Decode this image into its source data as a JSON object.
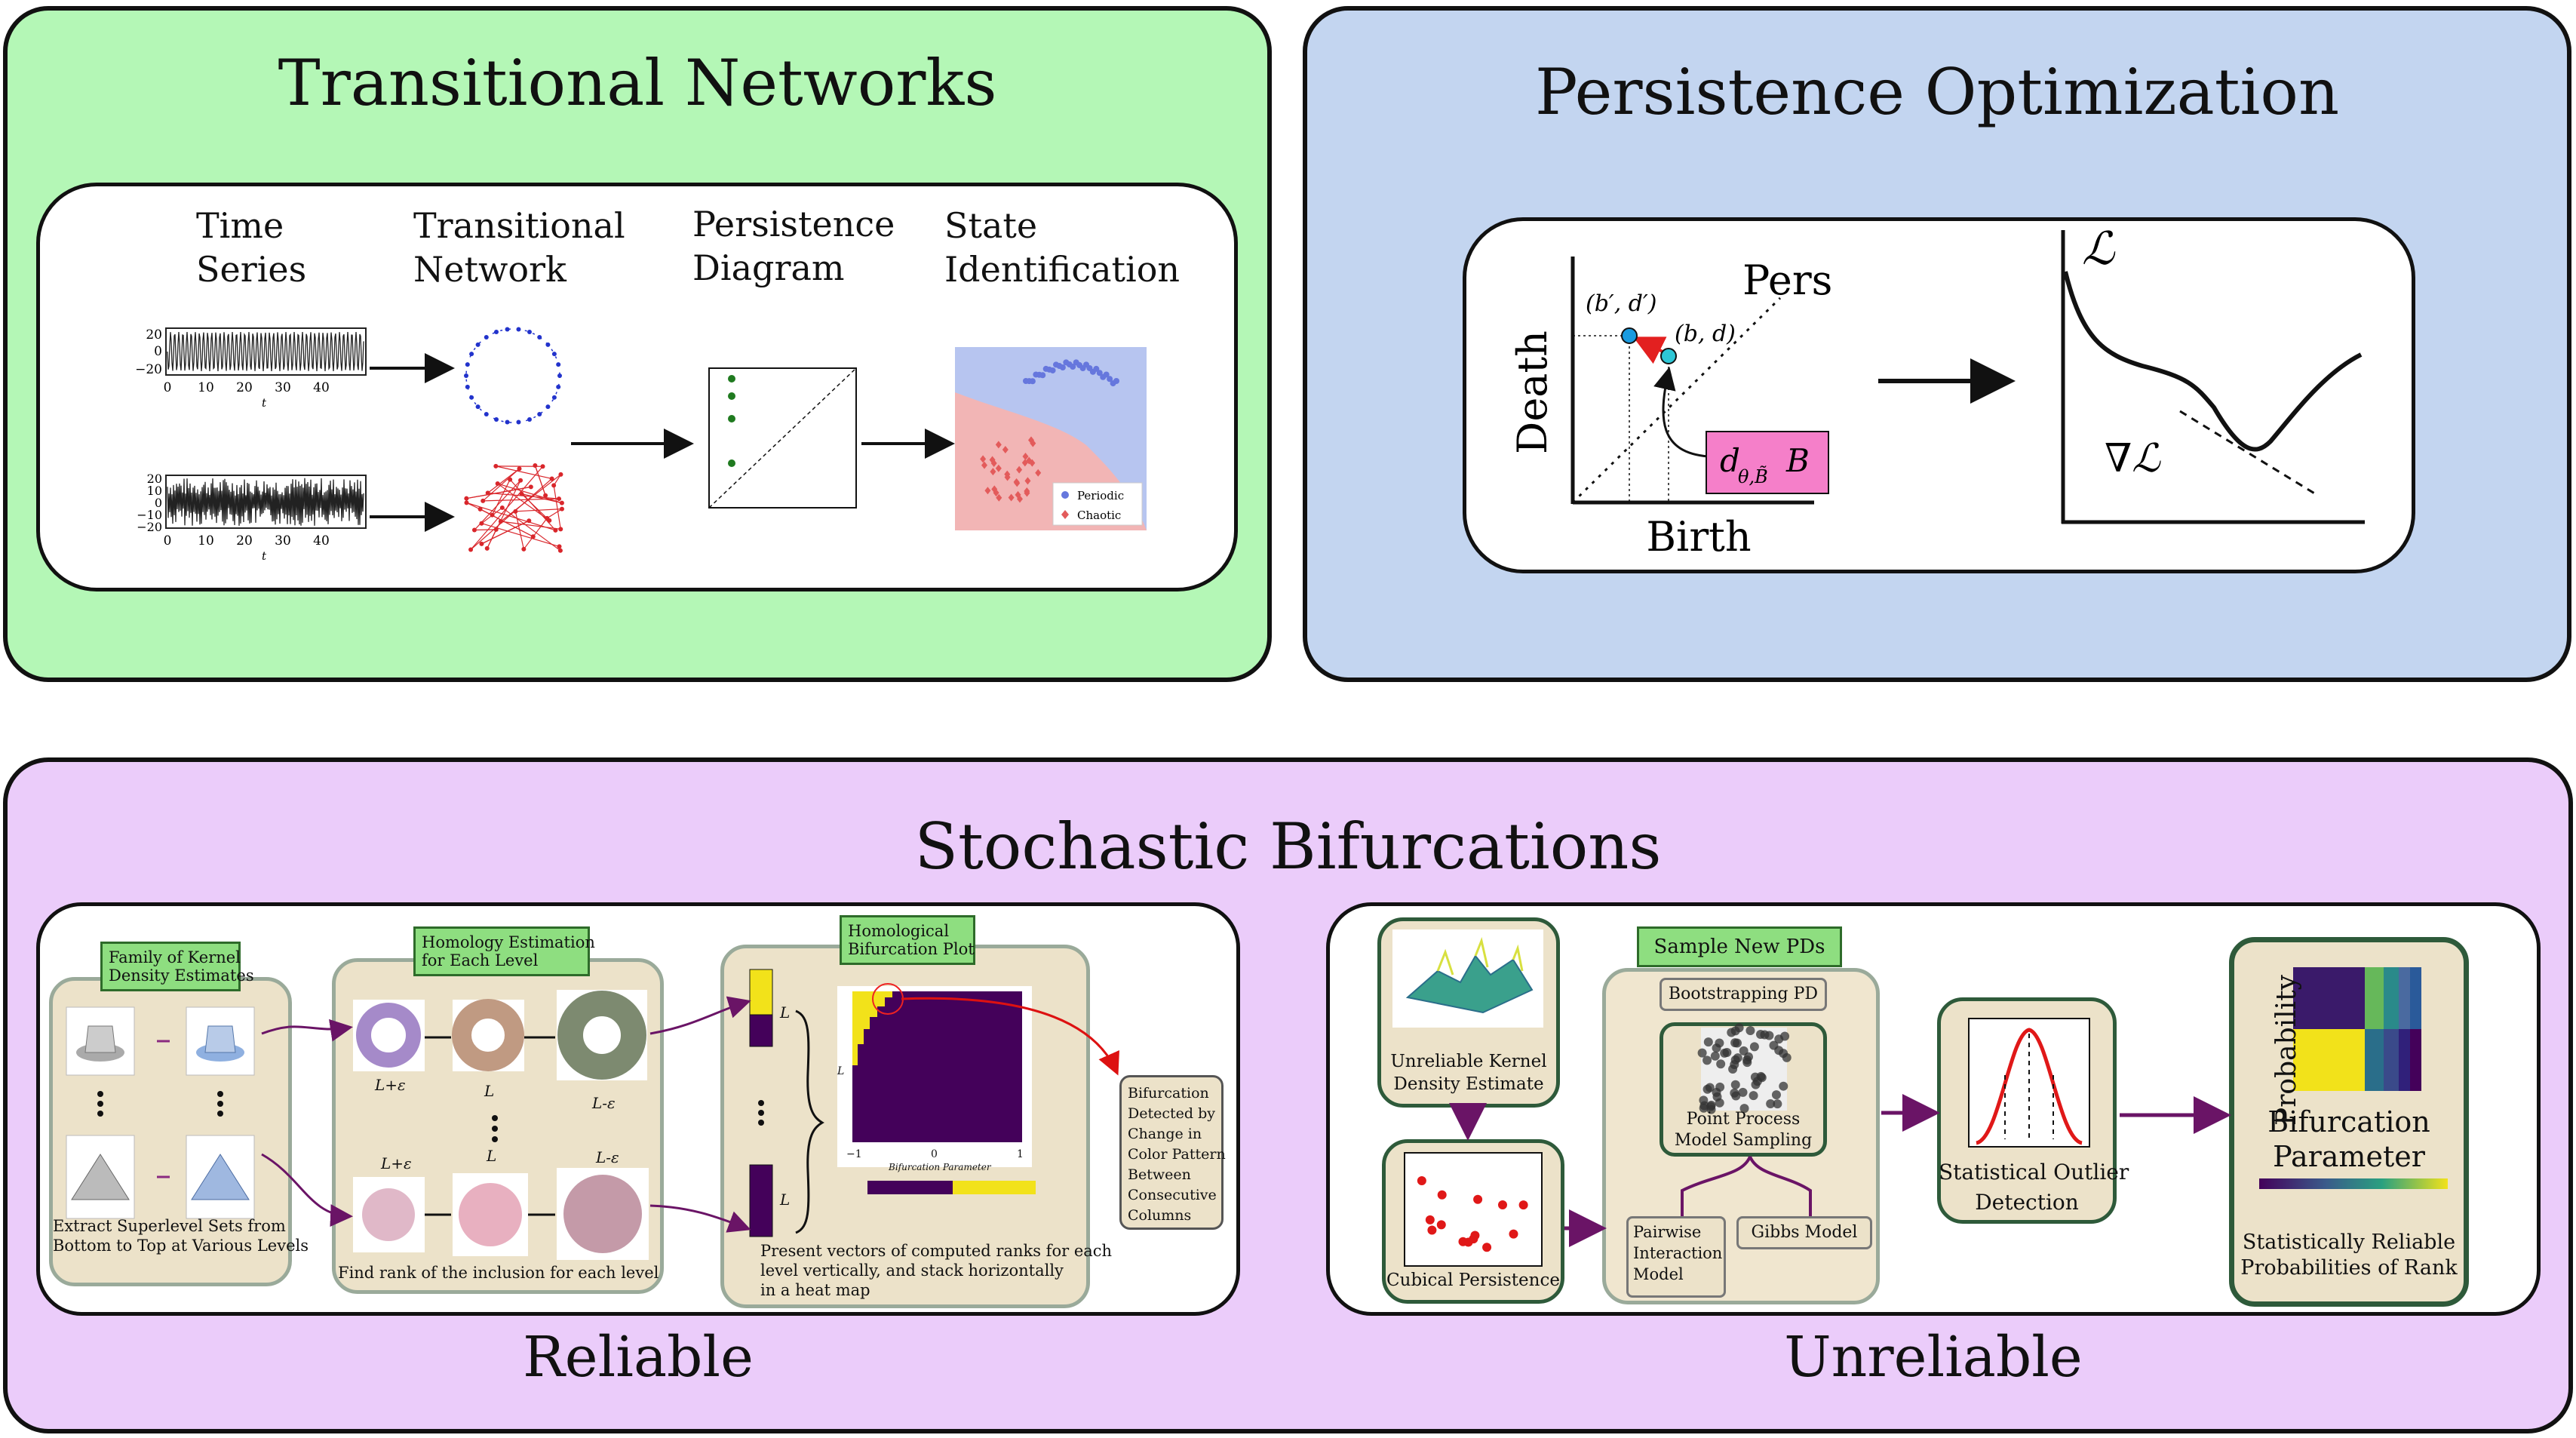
{
  "transitional": {
    "title": "Transitional Networks",
    "col_time_series": "Time\nSeries",
    "col_network": "Transitional\nNetwork",
    "col_diagram": "Persistence\nDiagram",
    "col_state": "State\nIdentification",
    "ts_top_yticks": [
      "20",
      "0",
      "−20"
    ],
    "ts_bottom_yticks": [
      "20",
      "10",
      "0",
      "−10",
      "−20"
    ],
    "ts_xticks": [
      "0",
      "10",
      "20",
      "30",
      "40"
    ],
    "ts_xlabel": "t",
    "legend_periodic": "Periodic",
    "legend_chaotic": "Chaotic",
    "colors": {
      "panel_bg": "#b4f7b6",
      "network_top": "#2233cc",
      "network_bottom": "#d9262b",
      "diagram_points": "#1f7a1f"
    }
  },
  "persistence": {
    "title": "Persistence Optimization",
    "pers_label": "Pers",
    "death_label": "Death",
    "birth_label": "Birth",
    "point_prime": "(b′, d′)",
    "point": "(b, d)",
    "gradient_box": "d",
    "gradient_sub": "θ,B̃",
    "gradient_B": "B",
    "loss_label": "ℒ",
    "grad_label": "∇ℒ",
    "colors": {
      "panel_bg": "#c3d5f0",
      "gradient_box_bg": "#f57fc9",
      "point": "#2ec7d6"
    }
  },
  "stochastic": {
    "title": "Stochastic Bifurcations",
    "reliable_label": "Reliable",
    "unreliable_label": "Unreliable",
    "kde_family": "Family of Kernel\nDensity Estimates",
    "homology_est": "Homology Estimation\nfor Each Level",
    "homological_plot": "Homological\nBifurcation Plot",
    "extract_text": "Extract Superlevel Sets from\nBottom to Top at Various Levels",
    "find_rank_text": "Find rank of the inclusion for each level",
    "present_text": "Present vectors of computed ranks for each\nlevel vertically, and stack horizontally\nin a heat map",
    "bifurcation_detected": "Bifurcation\nDetected by\nChange in\nColor Pattern\nBetween\nConsecutive\nColumns",
    "level_top_left": "L+ε",
    "level_top_mid": "L",
    "level_top_right": "L-ε",
    "level_bot_left": "L+ε",
    "level_bot_mid": "L",
    "level_bot_right": "L-ε",
    "vec_label_top": "L",
    "vec_label_bot": "L",
    "heat_xlabel": "Bifurcation Parameter",
    "heat_ylabel": "L",
    "heat_xticks": [
      "−1",
      "0",
      "1"
    ],
    "unreliable_kde": "Unreliable Kernel\nDensity Estimate",
    "cubical": "Cubical Persistence",
    "sample_new": "Sample New PDs",
    "bootstrapping": "Bootstrapping PD",
    "point_process": "Point Process\nModel Sampling",
    "pairwise": "Pairwise\nInteraction\nModel",
    "gibbs": "Gibbs Model",
    "outlier": "Statistical Outlier\nDetection",
    "probability": "Probability",
    "bif_param": "Bifurcation\nParameter",
    "stat_reliable": "Statistically Reliable\nProbabilities of Rank",
    "colors": {
      "panel_bg": "#ebccfa",
      "heat_yellow": "#f2e21a",
      "heat_purple": "#44015a",
      "arrow_purple": "#6a1466",
      "bell_red": "#e01818"
    }
  }
}
